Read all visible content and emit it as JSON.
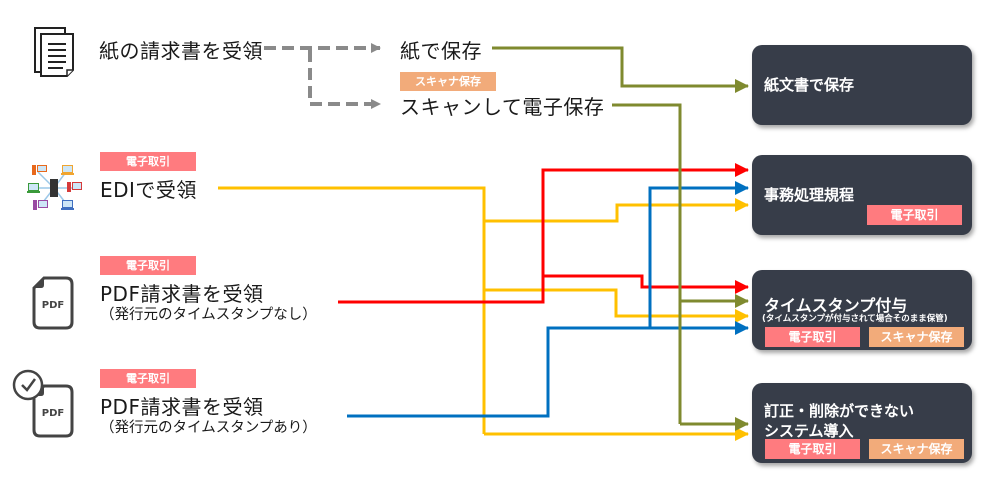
{
  "colors": {
    "paper_line": "#7f8a2f",
    "dashed_gray": "#8a8a8a",
    "edi_line": "#ffc000",
    "pdf_no_ts_line": "#ff0000",
    "pdf_ts_line": "#0070c0",
    "box_bg": "#373d49",
    "tag_electronic": "#ff7b7f",
    "tag_scanner": "#f2ab7a"
  },
  "tags": {
    "electronic": "電子取引",
    "scanner": "スキャナ保存"
  },
  "sources": {
    "paper": {
      "icon": "paper-document-icon",
      "label": "紙の請求書を受領",
      "options": {
        "keep_paper": "紙で保存",
        "scan": "スキャンして電子保存",
        "scan_tag": "スキャナ保存"
      }
    },
    "edi": {
      "icon": "network-computers-icon",
      "tag": "電子取引",
      "label": "EDIで受領"
    },
    "pdf_no_ts": {
      "icon": "pdf-file-icon",
      "icon_text": "PDF",
      "tag": "電子取引",
      "label": "PDF請求書を受領",
      "sub": "（発行元のタイムスタンプなし）"
    },
    "pdf_ts": {
      "icon": "pdf-file-with-clock-icon",
      "icon_text": "PDF",
      "tag": "電子取引",
      "label": "PDF請求書を受領",
      "sub": "（発行元のタイムスタンプあり）"
    }
  },
  "targets": [
    {
      "title": "紙文書で保存",
      "tags": []
    },
    {
      "title": "事務処理規程",
      "tags": [
        "電子取引"
      ]
    },
    {
      "title": "タイムスタンプ付与",
      "sub": "(タイムスタンプが付与されて場合そのまま保管)",
      "tags": [
        "電子取引",
        "スキャナ保存"
      ]
    },
    {
      "title_lines": [
        "訂正・削除ができない",
        "システム導入"
      ],
      "tags": [
        "電子取引",
        "スキャナ保存"
      ]
    }
  ]
}
